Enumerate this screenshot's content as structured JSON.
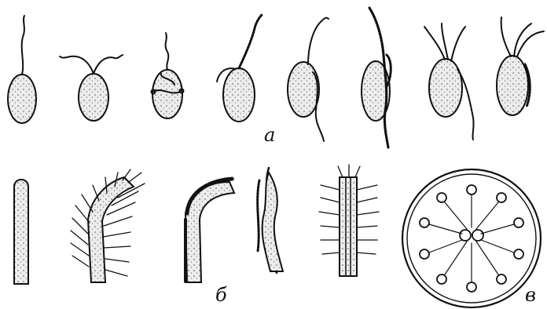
{
  "figure": {
    "panel_labels": {
      "a": "а",
      "b": "б",
      "v": "в"
    },
    "colors": {
      "ink": "#111111",
      "cell_fill": "#e6e6e6",
      "stipple": "#555555"
    }
  }
}
